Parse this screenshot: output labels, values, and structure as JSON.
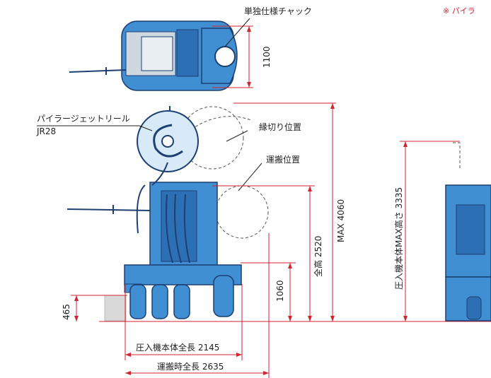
{
  "labels": {
    "single_spec_chuck": "単独仕様チャック",
    "note": "※ パイラ",
    "reel_name": "パイラージェットリール",
    "reel_model": "JR28",
    "edge_cut_position": "縁切り位置",
    "transport_position": "運搬位置"
  },
  "dimensions": {
    "top_width": "1100",
    "max_height": "MAX 4060",
    "total_height": "全高 2520",
    "height_1060": "1060",
    "height_465": "465",
    "body_length": "圧入機本体全長 2145",
    "transport_length": "運搬時全長 2635",
    "body_max_height": "圧入機本体MAX高さ 3335"
  },
  "colors": {
    "machine_blue": "#3f8fd2",
    "machine_dark": "#1d3f73",
    "dimension_red": "#d0262f",
    "outline_gray": "#888888"
  }
}
